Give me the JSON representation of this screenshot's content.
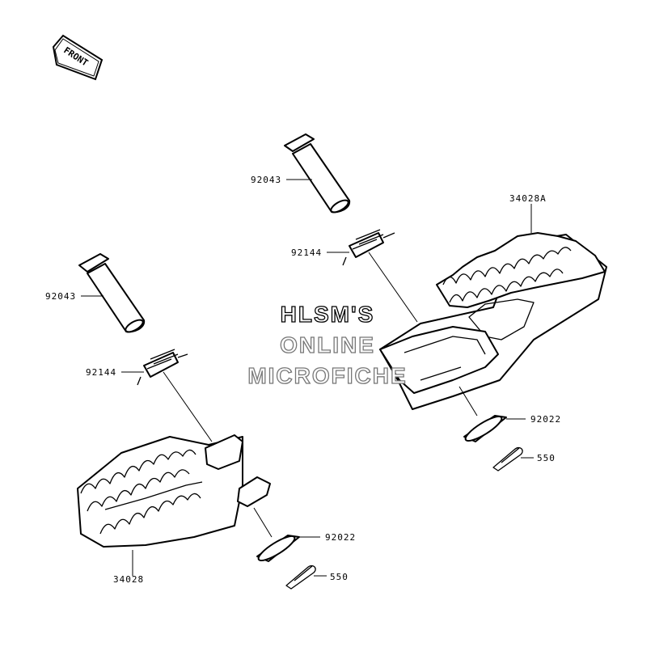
{
  "front_badge": {
    "text": "FRONT"
  },
  "watermark": {
    "line1": "HLSM'S",
    "line2": "ONLINE",
    "line3": "MICROFICHE"
  },
  "labels": {
    "pin_right": "92043",
    "pin_left": "92043",
    "spring_right": "92144",
    "spring_left": "92144",
    "footpeg_right": "34028A",
    "footpeg_left": "34028",
    "washer_right": "92022",
    "washer_left": "92022",
    "cotter_right": "550",
    "cotter_left": "550"
  }
}
